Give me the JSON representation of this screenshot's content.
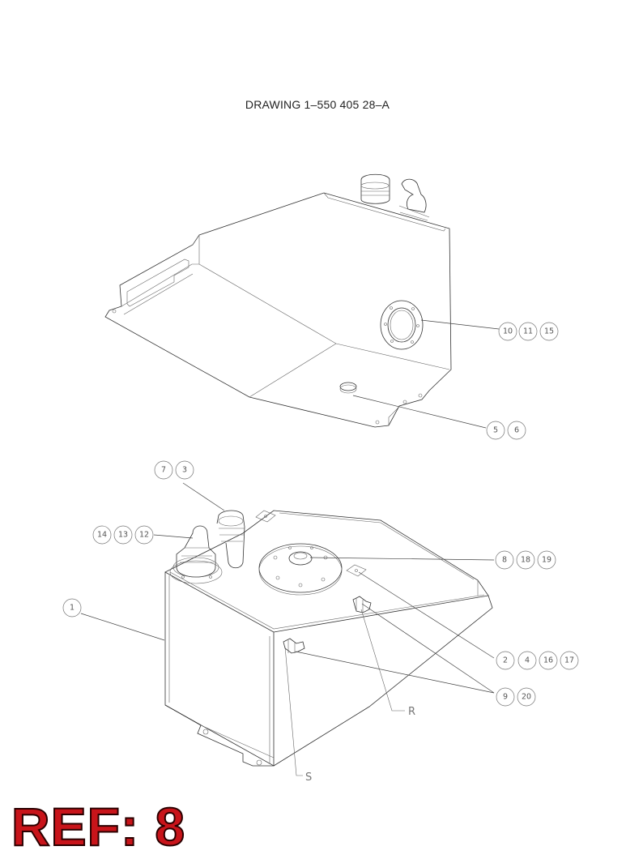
{
  "drawing": {
    "title": "DRAWING 1–550 405 28–A"
  },
  "callouts": {
    "top_view": {
      "group_a": [
        "10",
        "11",
        "15"
      ],
      "group_b": [
        "5",
        "6"
      ]
    },
    "bottom_view": {
      "group_c": [
        "7",
        "3"
      ],
      "group_d": [
        "14",
        "13",
        "12"
      ],
      "group_e": [
        "8",
        "18",
        "19"
      ],
      "group_f": [
        "1"
      ],
      "group_g": [
        "2",
        "4",
        "16",
        "17"
      ],
      "group_h": [
        "9",
        "20"
      ]
    }
  },
  "view_letters": [
    "R",
    "S"
  ],
  "reference": {
    "label": "REF: 8",
    "color": "#c8141a"
  }
}
